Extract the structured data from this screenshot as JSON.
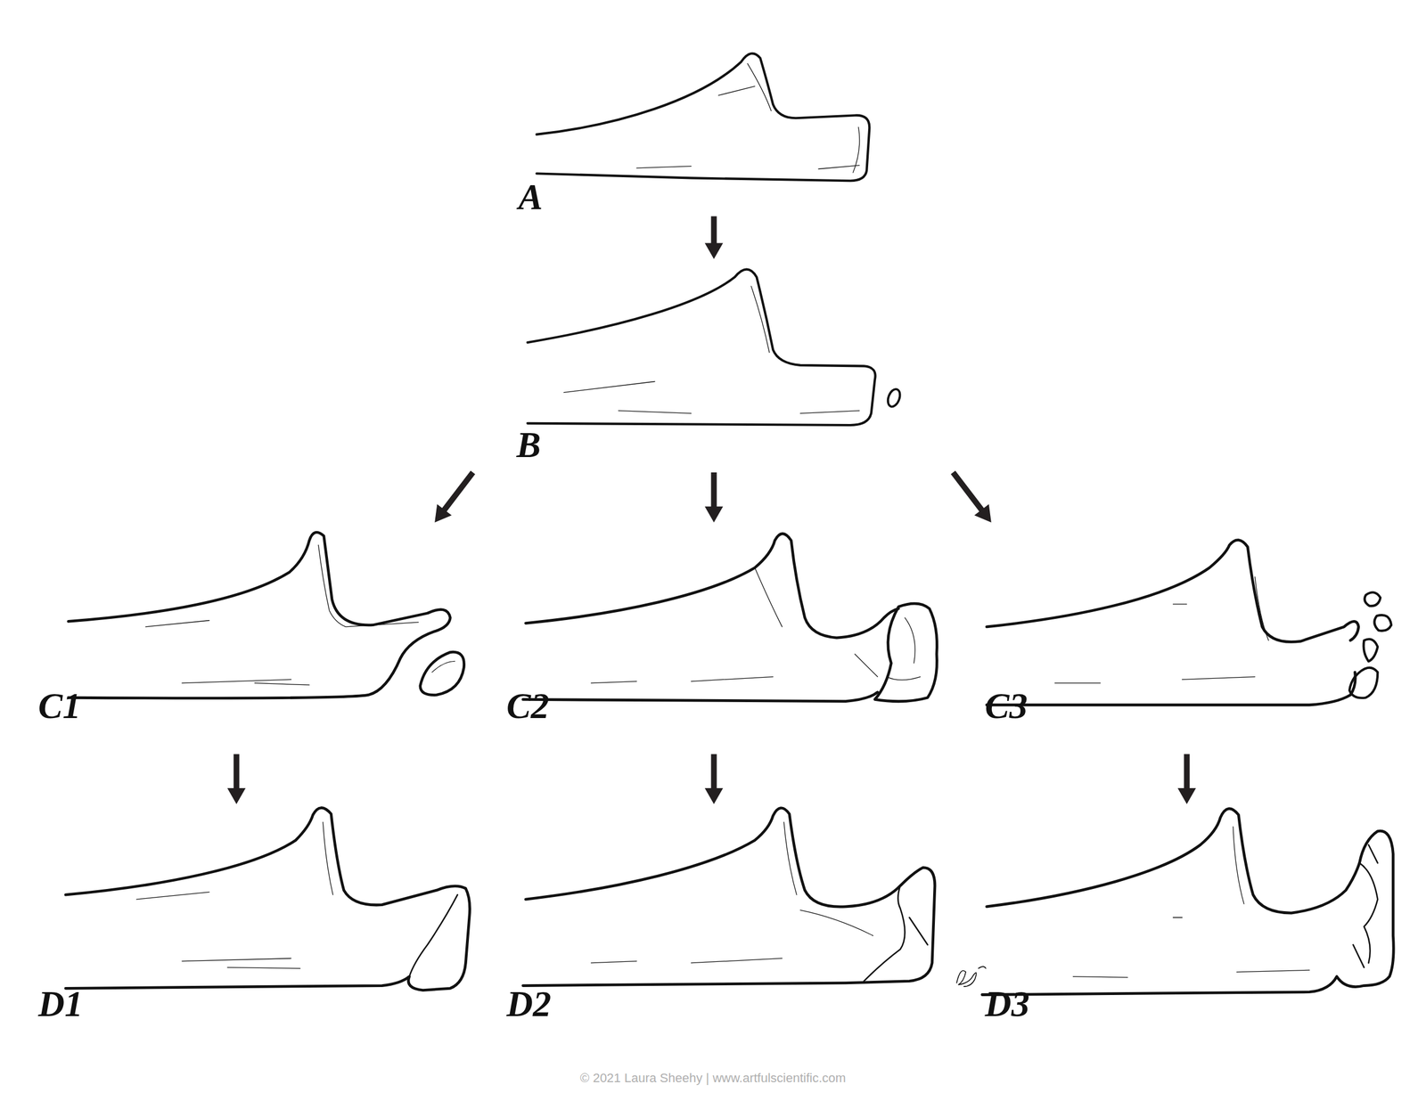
{
  "diagram": {
    "nodes": [
      {
        "text": [
          "A"
        ]
      },
      {
        "text": [
          "B"
        ]
      },
      {
        "text": [
          "C1"
        ]
      },
      {
        "text": [
          "C2"
        ]
      },
      {
        "text": [
          "C3"
        ]
      },
      {
        "text": [
          "D1"
        ]
      },
      {
        "text": [
          "D2"
        ]
      },
      {
        "text": [
          "D3"
        ]
      }
    ],
    "edges": [
      {
        "from": 0,
        "to": 1,
        "arrow": "to"
      },
      {
        "from": 1,
        "to": 2,
        "arrow": "to"
      },
      {
        "from": 1,
        "to": 3,
        "arrow": "to"
      },
      {
        "from": 1,
        "to": 4,
        "arrow": "to"
      },
      {
        "from": 2,
        "to": 5,
        "arrow": "to"
      },
      {
        "from": 3,
        "to": 6,
        "arrow": "to"
      },
      {
        "from": 4,
        "to": 7,
        "arrow": "to"
      }
    ],
    "labels": [
      "© 2021 Laura Sheehy | www.artfulscientific.com"
    ]
  }
}
